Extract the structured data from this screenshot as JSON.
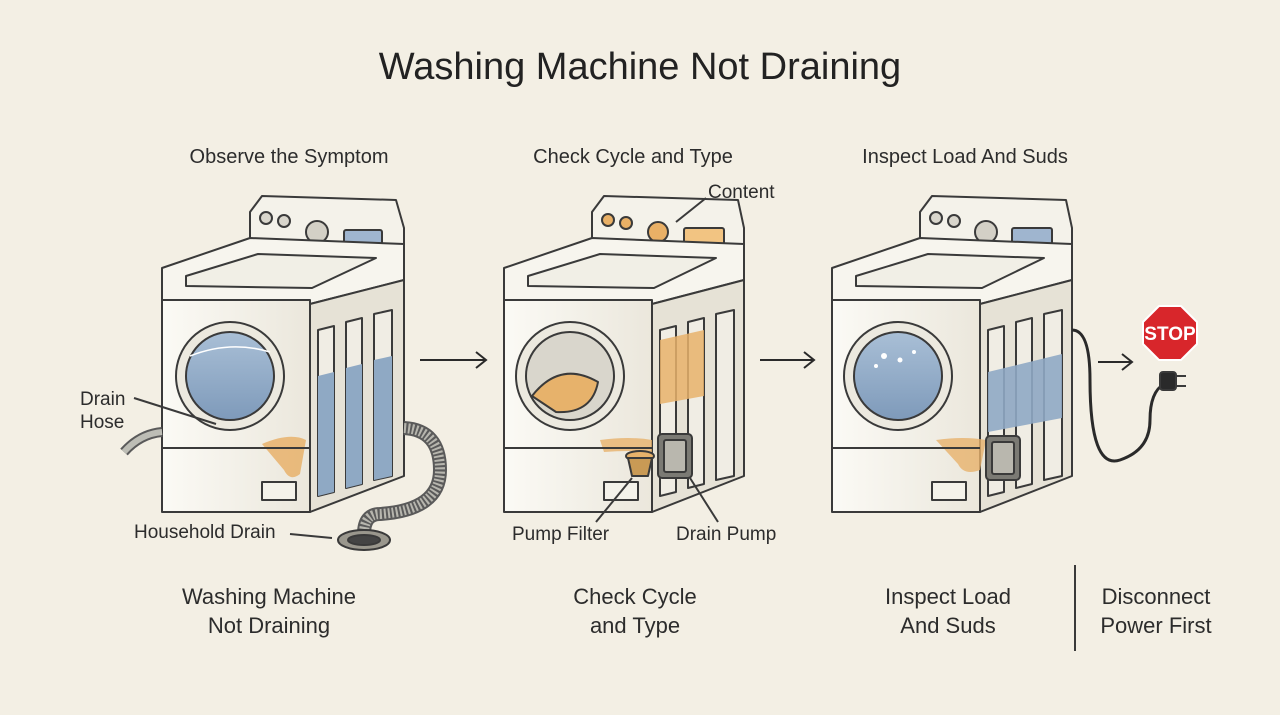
{
  "title": "Washing Machine Not Draining",
  "steps": [
    {
      "heading": "Observe the Symptom",
      "caption": [
        "Washing Machine",
        "Not Draining"
      ]
    },
    {
      "heading": "Check Cycle and Type",
      "caption": [
        "Check Cycle",
        "and Type"
      ]
    },
    {
      "heading": "Inspect Load And Suds",
      "caption": [
        "Inspect Load",
        "And Suds"
      ]
    },
    {
      "heading": "",
      "caption": [
        "Disconnect",
        "Power First"
      ]
    }
  ],
  "labels": {
    "drain_hose": [
      "Drain",
      "Hose"
    ],
    "household_drain": "Household Drain",
    "content": "Content",
    "pump_filter": "Pump Filter",
    "drain_pump": "Drain Pump",
    "stop_sign": "STOP"
  },
  "colors": {
    "background": "#f3efe4",
    "water": "#8fa9c4",
    "residue": "#e7b26b",
    "stop_red": "#d8262b",
    "ink": "#2a2a2a"
  },
  "icons": [
    "arrow-right-icon",
    "stop-sign-icon",
    "power-plug-icon"
  ]
}
